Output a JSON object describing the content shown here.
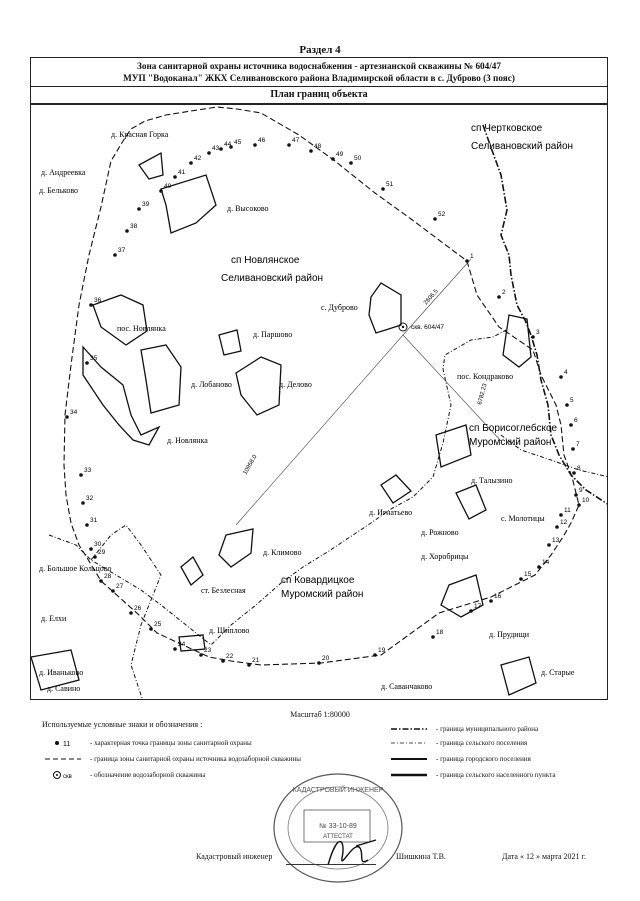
{
  "section_title": "Раздел 4",
  "header": {
    "line1": "Зона санитарной охраны источника водоснабжения - артезианской скважины № 604/47",
    "line2": "МУП \"Водоканал\" ЖКХ Селивановского района Владимирской области в с. Дуброво (3 пояс)",
    "plan_title": "План границ объекта"
  },
  "map": {
    "districts": [
      {
        "line1": "сп Чертковское",
        "line2": "Селивановский район"
      },
      {
        "line1": "сп Новлянское",
        "line2": "Селивановский район"
      },
      {
        "line1": "сп Борисоглебское",
        "line2": "Муромский район"
      },
      {
        "line1": "сп Ковардицкое",
        "line2": "Муромский район"
      }
    ],
    "settlements": {
      "krasnaya_gorka": "д. Красная Горка",
      "andreevka": "д. Андреевка",
      "belkovo": "д. Бельково",
      "vysokovo": "д. Высоково",
      "dubrovo": "с. Дуброво",
      "pos_novlyanka": "пос. Новлянка",
      "parshovo": "д. Паршово",
      "lobanovo": "д. Лобаново",
      "delovo": "д. Делово",
      "kondrakovo": "пос. Кондраково",
      "novlyanka": "д. Новлянка",
      "talyzino": "д. Талызино",
      "ignatyevo": "д. Игнатьево",
      "molotitsy": "с. Молотицы",
      "rozhnovo": "д. Рожново",
      "khorobritsy": "д. Хоробрицы",
      "klimovo": "д. Климово",
      "bolshoe_koltsovo": "д. Большое Кольцово",
      "bezlesnaya": "ст. Безлесная",
      "elkhi": "д. Елхи",
      "shipilovo": "д. Шиплово",
      "prudishchi": "д. Прудищи",
      "ivankovo": "д. Иваньково",
      "savino": "д. Савино",
      "savanchakovo": "д. Саванчаково",
      "staroe": "д. Старые"
    },
    "well_label": "скв. 604/47",
    "distances": [
      "2606.5",
      "6782.23",
      "10958.0"
    ],
    "point_labels": [
      "1",
      "2",
      "3",
      "4",
      "5",
      "6",
      "7",
      "8",
      "9",
      "10",
      "11",
      "12",
      "13",
      "14",
      "15",
      "16",
      "17",
      "18",
      "19",
      "20",
      "21",
      "22",
      "23",
      "24",
      "25",
      "26",
      "27",
      "28",
      "29",
      "30",
      "31",
      "32",
      "33",
      "34",
      "35",
      "36",
      "37",
      "38",
      "39",
      "40",
      "41",
      "42",
      "43",
      "44",
      "45",
      "46",
      "47",
      "48",
      "49",
      "50",
      "51",
      "52"
    ]
  },
  "scale": "Масштаб 1:80000",
  "legend": {
    "title": "Используемые условные знаки и обозначения :",
    "point_example": "11",
    "point_desc": "- характерная точка границы зоны санитарной охраны",
    "zone_desc": "- граница зоны санитарной охраны источника водозаборной скважины",
    "well_sym": "скв",
    "well_desc": "- обозначение водозаборной скважины",
    "mun_desc": "- граница муниципального района",
    "rural_desc": "- граница сельского поселения",
    "urban_desc": "- граница городского поселения",
    "settle_desc": "- граница сельского населенного пункта"
  },
  "stamp": {
    "ring_text": "КАДАСТРОВЫЙ ИНЖЕНЕР",
    "number": "№ 33-10-89",
    "attest": "АТТЕСТАТ"
  },
  "signature": {
    "role": "Кадастровый инженер",
    "name": "Шишкина Т.В.",
    "date": "Дата « 12 » марта 2021 г."
  }
}
